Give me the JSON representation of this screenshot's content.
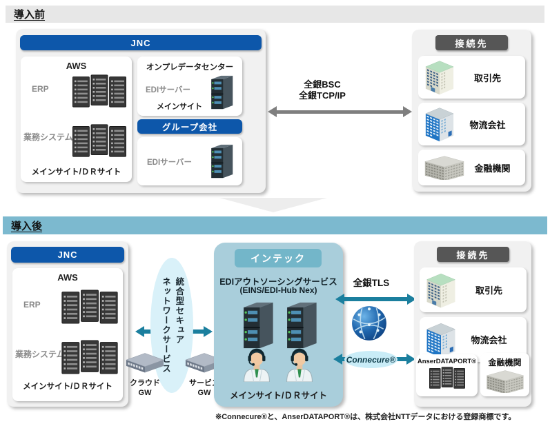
{
  "colors": {
    "jnc_blue": "#0d57aa",
    "dest_header_gray": "#565656",
    "band_gray": "#e7e7e7",
    "band_blue": "#7cb9cf",
    "teal_arrow": "#1b7f9e",
    "gray_arrow": "#7f7f7f",
    "intec_bg": "#a9cedb",
    "intec_header": "#73b6c9",
    "ellipse_bg": "#d9f1f9"
  },
  "before": {
    "section_title": "導入前",
    "jnc": {
      "title": "JNC",
      "aws": {
        "title": "AWS",
        "rows": [
          {
            "label": "ERP"
          },
          {
            "label": "業務システム"
          }
        ],
        "footer": "メインサイト/ＤＲサイト"
      },
      "onprem": {
        "title": "オンプレデータセンター",
        "server_label": "EDIサーバー",
        "site_label": "メインサイト"
      },
      "group": {
        "title": "グループ会社",
        "server_label": "EDIサーバー"
      }
    },
    "link": {
      "line1": "全銀BSC",
      "line2": "全銀TCP/IP"
    },
    "destinations": {
      "title": "接続先",
      "items": [
        {
          "label": "取引先"
        },
        {
          "label": "物流会社"
        },
        {
          "label": "金融機関"
        }
      ]
    }
  },
  "after": {
    "section_title": "導入後",
    "jnc": {
      "title": "JNC",
      "aws": {
        "title": "AWS",
        "rows": [
          {
            "label": "ERP"
          },
          {
            "label": "業務システム"
          }
        ],
        "footer": "メインサイト/ＤＲサイト"
      }
    },
    "network_service": {
      "line1": "統合型セキュア",
      "line2": "ネットワークサービス"
    },
    "gateways": [
      {
        "line1": "クラウド",
        "line2": "GW"
      },
      {
        "line1": "サービス",
        "line2": "GW"
      }
    ],
    "intec": {
      "title": "インテック",
      "service_line1": "EDIアウトソーシングサービス",
      "service_line2": "(EINS/EDI-Hub Nex)",
      "footer": "メインサイト/ＤＲサイト"
    },
    "links": {
      "zengin_tls": "全銀TLS",
      "connecure": "Connecure®"
    },
    "destinations": {
      "title": "接続先",
      "items": [
        {
          "label": "取引先"
        },
        {
          "label": "物流会社"
        }
      ],
      "anser_label": "AnserDATAPORT®",
      "finance_label": "金融機関"
    }
  },
  "footnote": "※Connecure®と、AnserDATAPORT®は、株式会社NTTデータにおける登録商標です。"
}
